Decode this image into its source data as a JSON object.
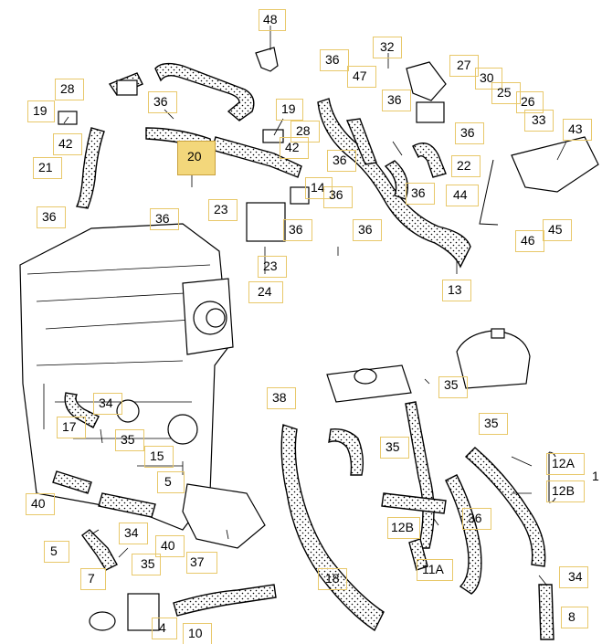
{
  "diagram": {
    "highlight_label": "20",
    "labels": [
      "48",
      "36",
      "32",
      "27",
      "47",
      "30",
      "25",
      "26",
      "28",
      "19",
      "36",
      "36",
      "33",
      "19",
      "28",
      "42",
      "42",
      "36",
      "43",
      "21",
      "36",
      "22",
      "36",
      "44",
      "14",
      "36",
      "36",
      "23",
      "36",
      "36",
      "46",
      "45",
      "36",
      "23",
      "24",
      "13",
      "38",
      "35",
      "34",
      "17",
      "35",
      "35",
      "15",
      "5",
      "12A",
      "1",
      "12B",
      "40",
      "34",
      "36",
      "5",
      "40",
      "35",
      "12B",
      "11A",
      "37",
      "34",
      "7",
      "18",
      "4",
      "10",
      "8"
    ]
  }
}
